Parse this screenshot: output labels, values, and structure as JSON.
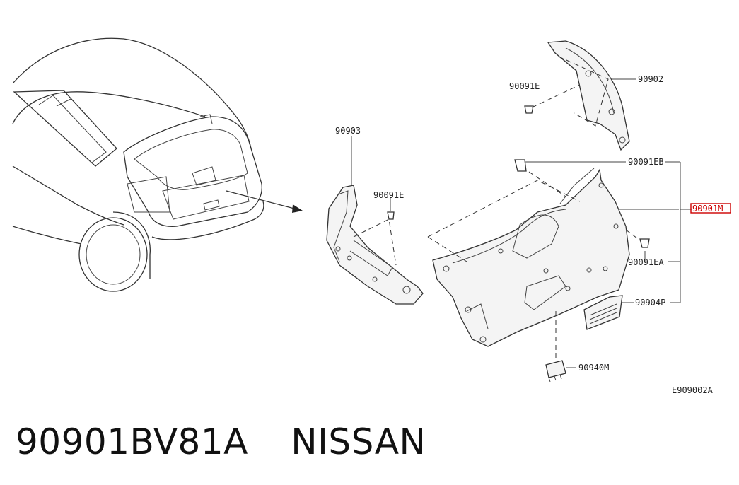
{
  "diagram": {
    "callouts": {
      "c90902": "90902",
      "c90091E_top": "90091E",
      "c90903": "90903",
      "c90091E_mid": "90091E",
      "c90091EB": "90091EB",
      "c90901M": "90901M",
      "c90091EA": "90091EA",
      "c90904P": "90904P",
      "c90940M": "90940M"
    },
    "diagram_code": "E909002A",
    "highlight_color": "#cc0000"
  },
  "caption": {
    "part_number": "90901BV81A",
    "brand": "NISSAN"
  }
}
